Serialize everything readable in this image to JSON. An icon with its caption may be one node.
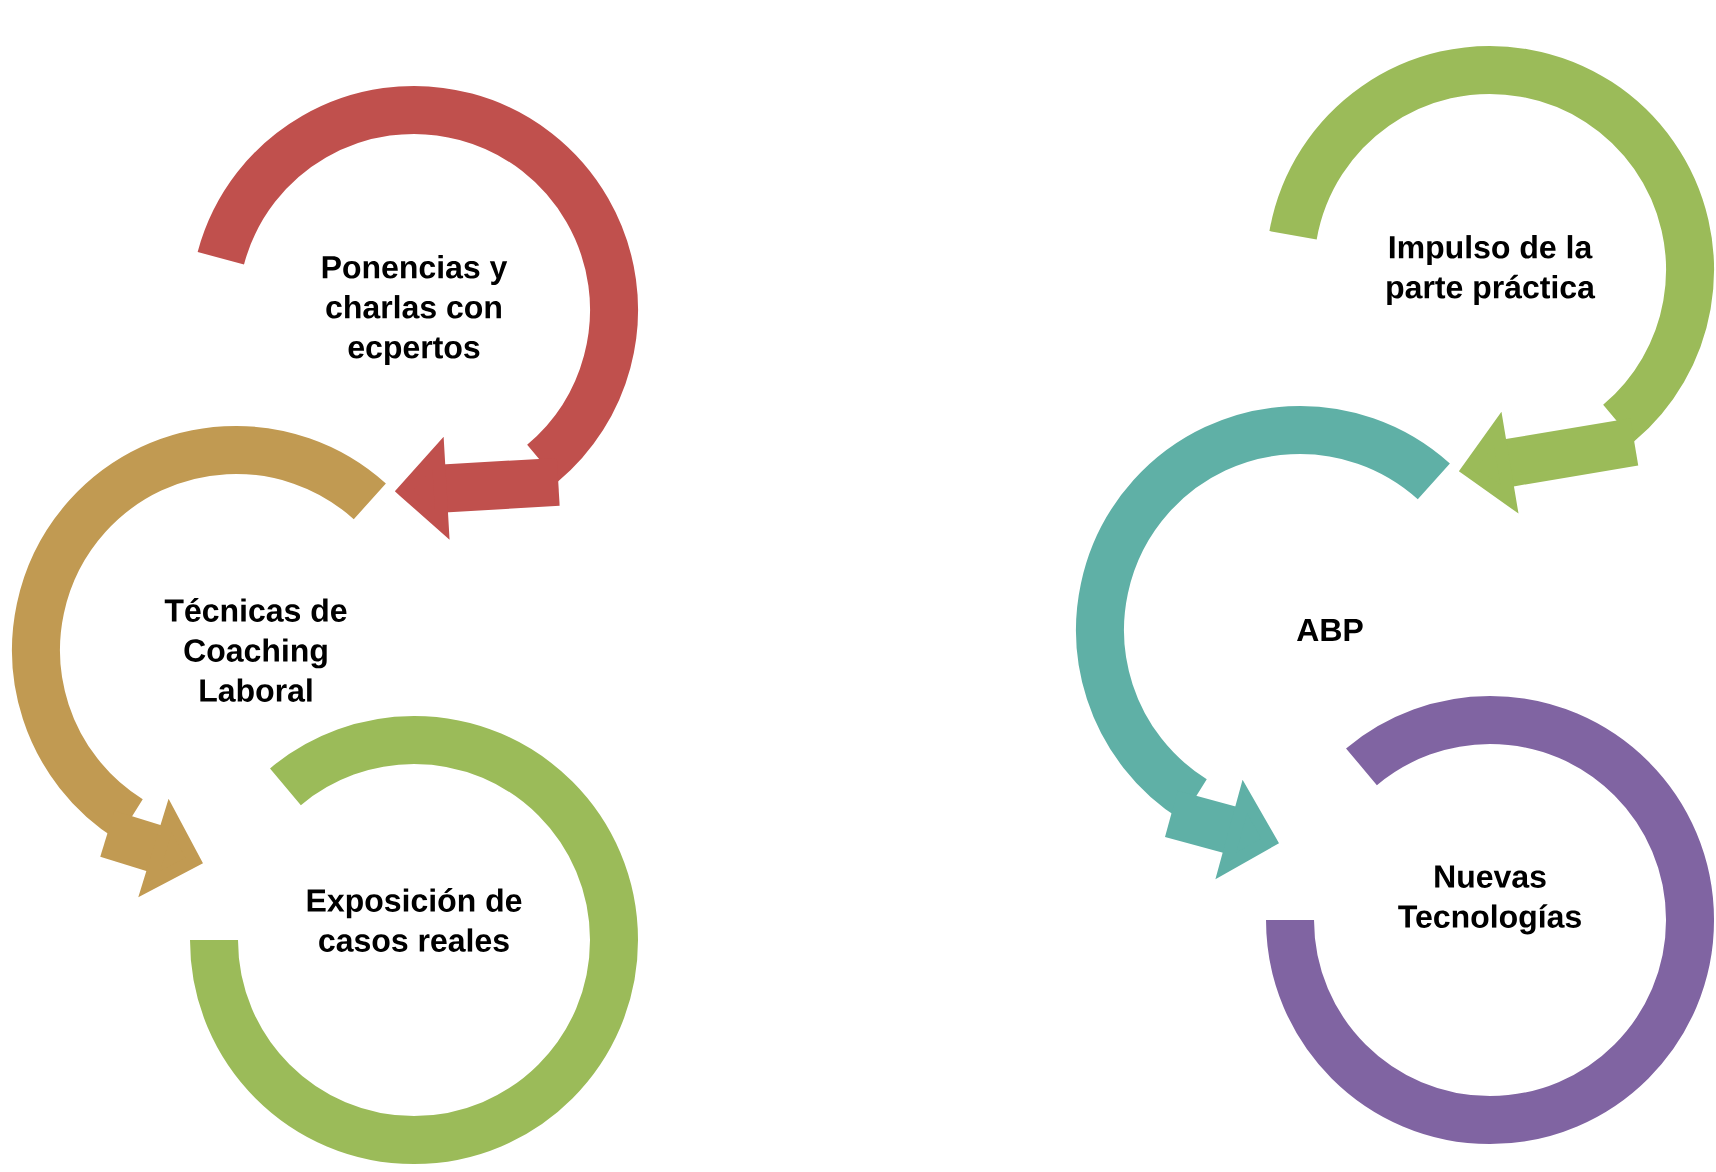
{
  "diagram": {
    "nodes": [
      {
        "text": [
          "Ponencias y charlas con ecpertos"
        ]
      },
      {
        "text": [
          "Técnicas de Coaching Laboral"
        ]
      },
      {
        "text": [
          "Exposición de casos reales"
        ]
      },
      {
        "text": [
          "Impulso de la parte práctica"
        ]
      },
      {
        "text": [
          "ABP"
        ]
      },
      {
        "text": [
          "Nuevas Tecnologías"
        ]
      }
    ],
    "edges": [
      {
        "from": 0,
        "to": 1,
        "arrow": "to",
        "color": "#c0504d"
      },
      {
        "from": 1,
        "to": 2,
        "arrow": "to",
        "color": "#c19a52"
      },
      {
        "from": 3,
        "to": 4,
        "arrow": "to",
        "color": "#9bbb59"
      },
      {
        "from": 4,
        "to": 5,
        "arrow": "to",
        "color": "#5fb0a6"
      }
    ]
  }
}
